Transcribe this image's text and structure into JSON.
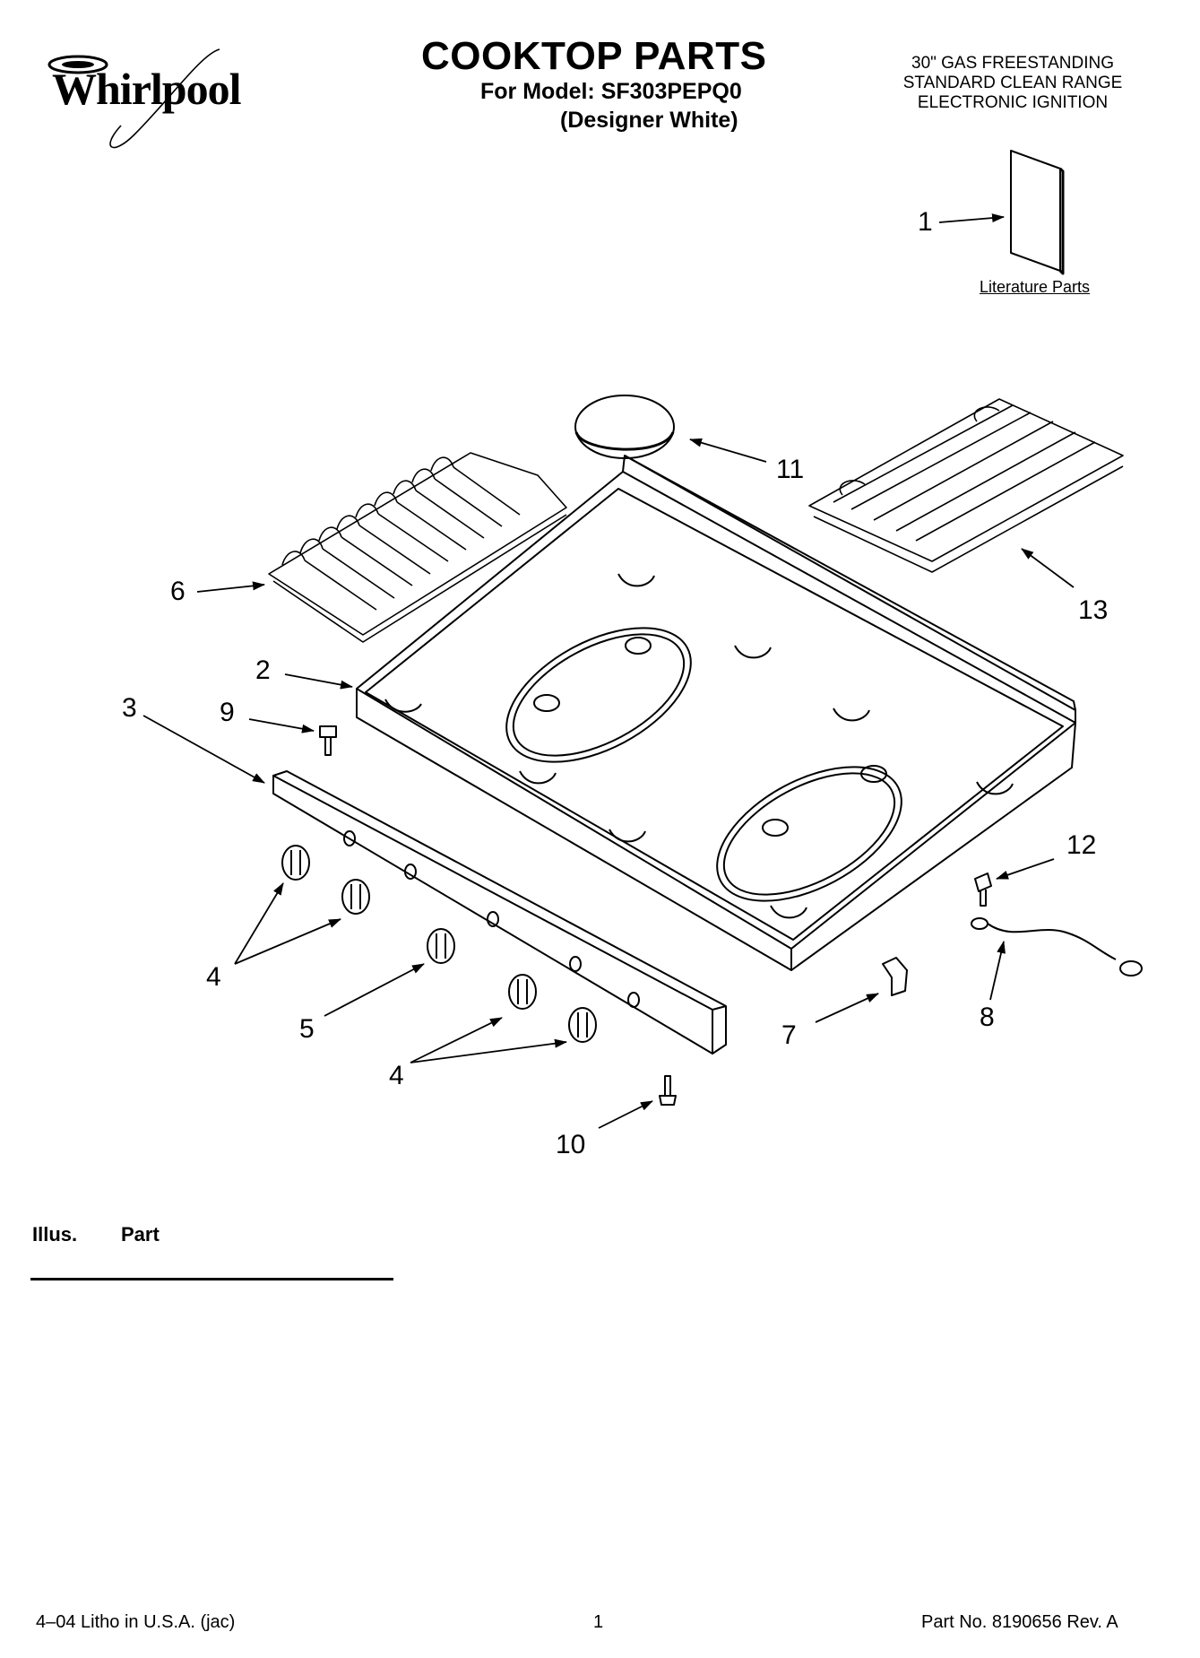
{
  "header": {
    "brand": "Whirlpool",
    "title": "COOKTOP PARTS",
    "model_line": "For Model: SF303PEPQ0",
    "color_line": "(Designer White)",
    "description": [
      "30\" GAS FREESTANDING",
      "STANDARD CLEAN RANGE",
      "ELECTRONIC IGNITION"
    ]
  },
  "literature": {
    "label": "Literature Parts"
  },
  "callouts": [
    "1",
    "11",
    "13",
    "6",
    "2",
    "3",
    "9",
    "12",
    "4",
    "5",
    "7",
    "8",
    "4",
    "10"
  ],
  "table": {
    "col_illus": "Illus.",
    "col_part": "Part"
  },
  "footer": {
    "left": "4–04 Litho in U.S.A. (jac)",
    "center": "1",
    "right": "Part No. 8190656 Rev. A"
  }
}
